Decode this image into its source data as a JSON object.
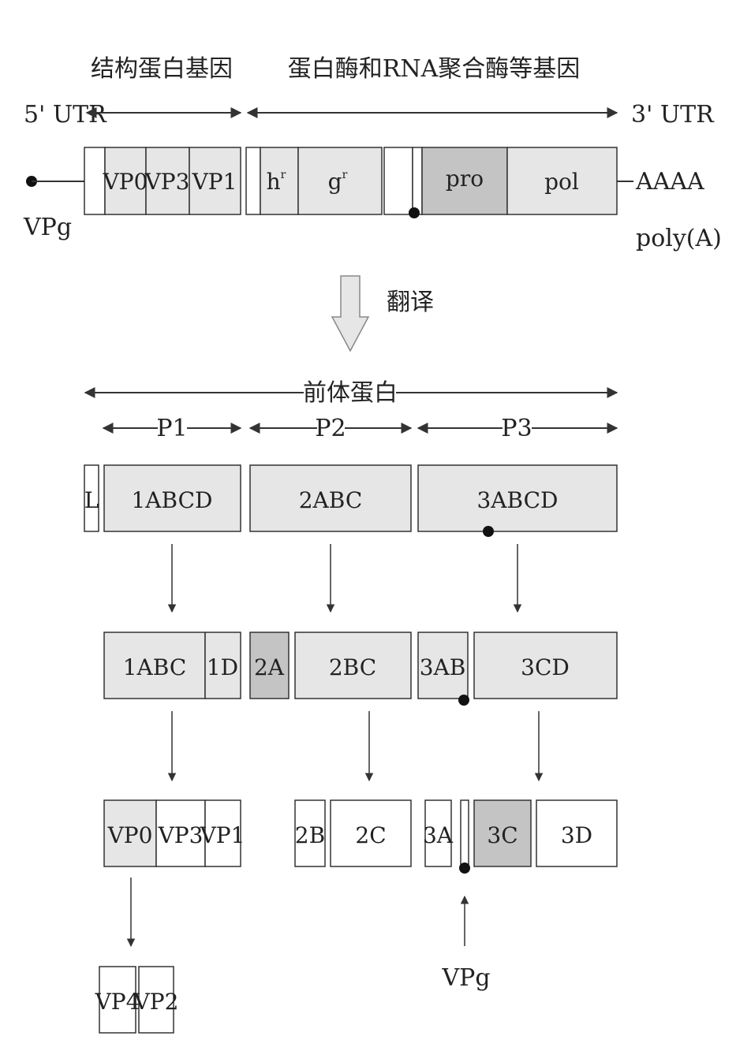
{
  "genome": {
    "header_structural": "结构蛋白基因",
    "header_enzymes": "蛋白酶和RNA聚合酶等基因",
    "utr5": "5' UTR",
    "utr3": "3' UTR",
    "vpg": "VPg",
    "polya_tail": "AAAA",
    "polya": "poly(A)",
    "segments": [
      "VP0",
      "VP3",
      "VP1",
      "h",
      "g",
      "pro",
      "pol"
    ],
    "superscript": "r"
  },
  "translation": {
    "label": "翻译"
  },
  "precursor": {
    "label": "前体蛋白",
    "regions": [
      "P1",
      "P2",
      "P3"
    ]
  },
  "level1": [
    "L",
    "1ABCD",
    "2ABC",
    "3ABCD"
  ],
  "level2": [
    "1ABC",
    "1D",
    "2A",
    "2BC",
    "3AB",
    "3CD"
  ],
  "level3": [
    "VP0",
    "VP3",
    "VP1",
    "2B",
    "2C",
    "3A",
    "3C",
    "3D"
  ],
  "level4": [
    "VP4",
    "VP2"
  ],
  "vpg_bottom": "VPg",
  "colors": {
    "light_fill": "#e6e6e6",
    "dark_fill": "#c4c4c4",
    "white_fill": "#ffffff",
    "stroke": "#333333"
  }
}
